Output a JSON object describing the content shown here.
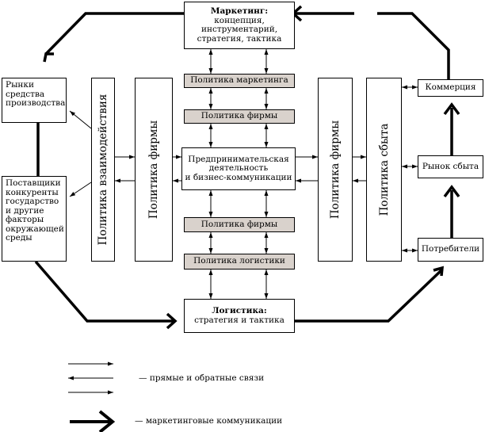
{
  "boxes": {
    "marketing": {
      "title": "Маркетинг:",
      "lines": [
        "концепция,",
        "инструментарий,",
        "стратегия, тактика"
      ]
    },
    "markets": "Рынки средства производства",
    "suppliers": "Поставщики конкуренты государство и другие факторы окружающей среды",
    "policy_interaction": "Политика взаимодействия",
    "policy_firm_left": "Политика фирмы",
    "policy_marketing": "Политика маркетинга",
    "policy_firm_top": "Политика фирмы",
    "entrepreneurship": [
      "Предпринимательская",
      "деятельность",
      "и бизнес-коммуникации"
    ],
    "policy_firm_bottom": "Политика фирмы",
    "policy_logistics": "Политика логистики",
    "logistics": {
      "title": "Логистика:",
      "line": "стратегия и тактика"
    },
    "policy_firm_right": "Политика фирмы",
    "policy_sales": "Политика сбыта",
    "commerce": "Коммерция",
    "sales_market": "Рынок сбыта",
    "consumers": "Потребители"
  },
  "legend": {
    "thin": "— прямые и обратные связи",
    "thick": "— маркетинговые коммуникации"
  },
  "colors": {
    "grey_fill": "#d9d2cc",
    "line": "#000000",
    "background": "#ffffff"
  }
}
